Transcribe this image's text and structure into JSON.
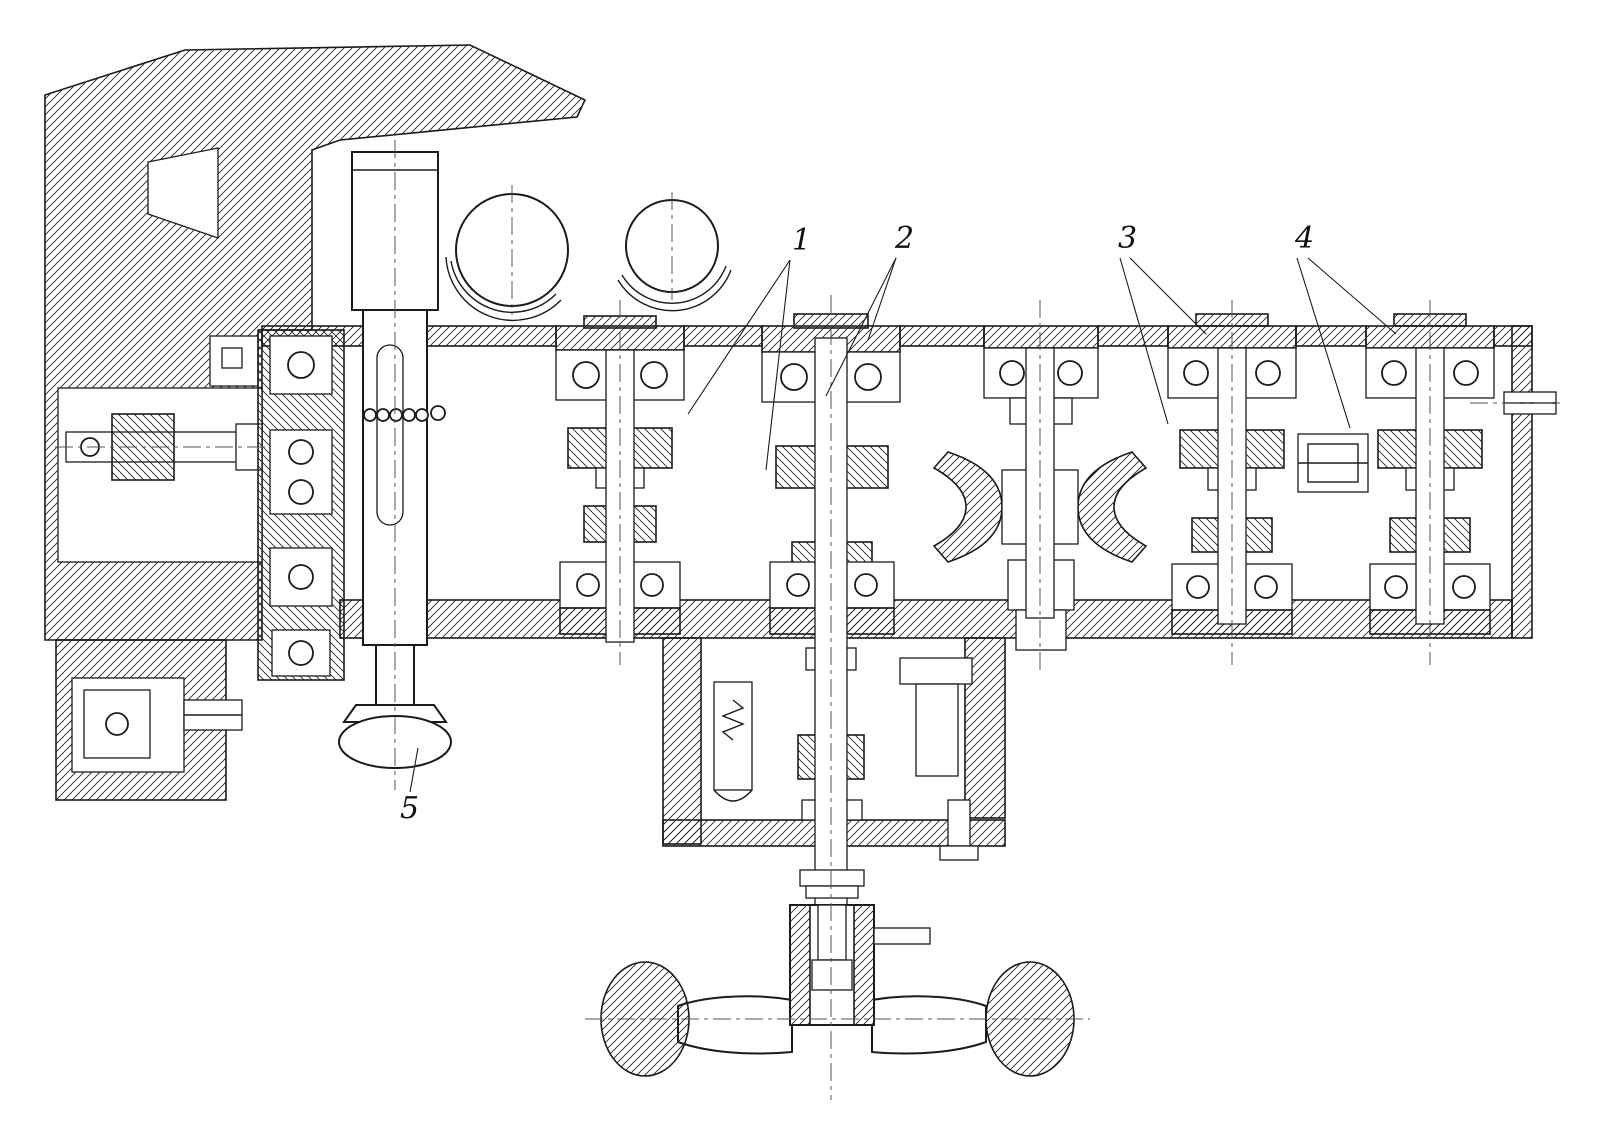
{
  "drawing": {
    "background": "#ffffff",
    "ink": "#1b1b1b"
  },
  "callouts": {
    "c1": "1",
    "c2": "2",
    "c3": "3",
    "c4": "4",
    "c5": "5"
  }
}
